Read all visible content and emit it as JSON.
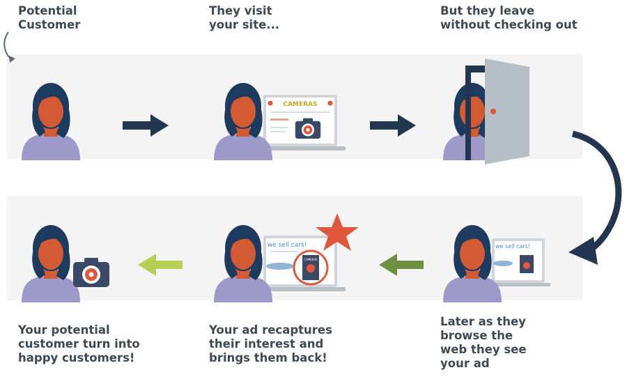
{
  "steps": [
    {
      "caption": "Potential\nCustomer"
    },
    {
      "caption": "They visit\nyour site..."
    },
    {
      "caption": "But they leave\nwithout checking out"
    },
    {
      "caption": "Later as they\nbrowse the\nweb they see\nyour ad"
    },
    {
      "caption": "Your ad recaptures\ntheir interest and\nbrings them back!"
    },
    {
      "caption": "Your potential\ncustomer turn into\nhappy customers!"
    }
  ],
  "site_banner": "CAMERAS",
  "ad_banner": "we sell cars!",
  "ad_card_label": "CAMERAS",
  "colors": {
    "skin": "#d45a34",
    "hair": "#1d3a5f",
    "shirt": "#9d9ac9",
    "arrow_dark": "#22374f",
    "arrow_green": "#6e8f3f",
    "arrow_lime": "#b7cf55",
    "star": "#e0573b",
    "door": "#b6bfc6",
    "camera": "#3a4a66"
  }
}
